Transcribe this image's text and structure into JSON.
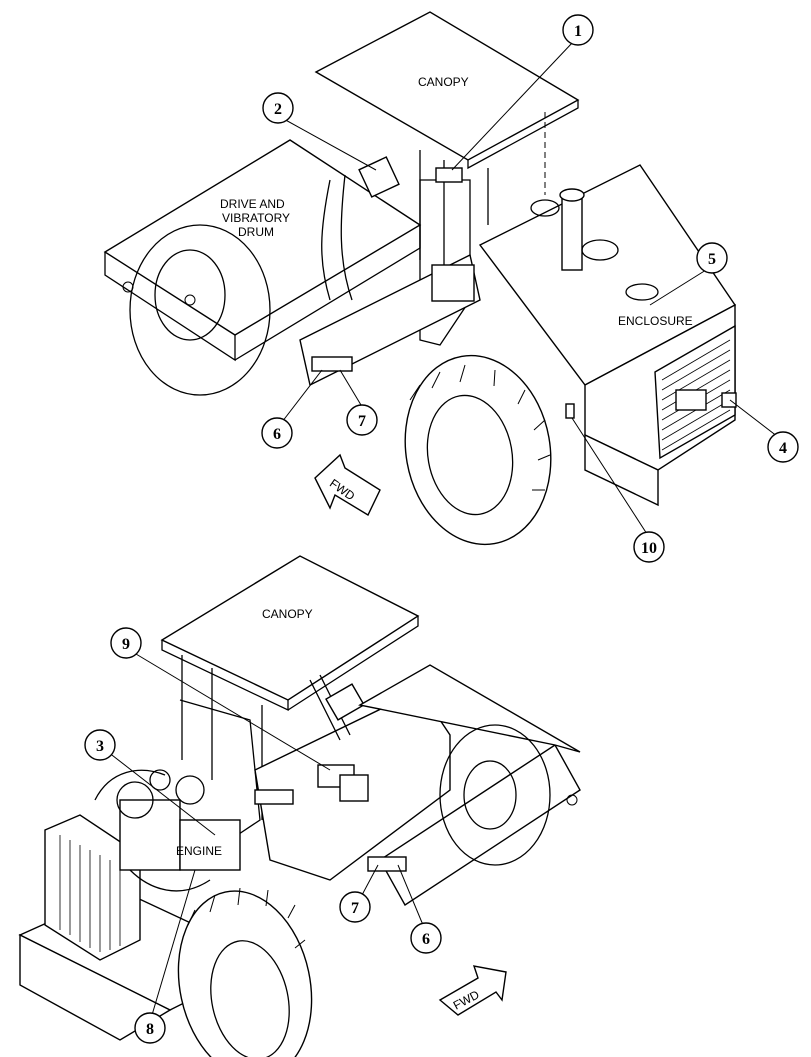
{
  "top_view": {
    "labels": {
      "canopy": "CANOPY",
      "drum_line1": "DRIVE AND",
      "drum_line2": "VIBRATORY",
      "drum_line3": "DRUM",
      "enclosure": "ENCLOSURE",
      "fwd": "FWD"
    },
    "callouts": [
      "1",
      "2",
      "5",
      "4",
      "6",
      "7",
      "10"
    ]
  },
  "bottom_view": {
    "labels": {
      "canopy": "CANOPY",
      "engine": "ENGINE",
      "fwd": "FWD"
    },
    "callouts": [
      "9",
      "3",
      "7",
      "6",
      "8"
    ]
  }
}
